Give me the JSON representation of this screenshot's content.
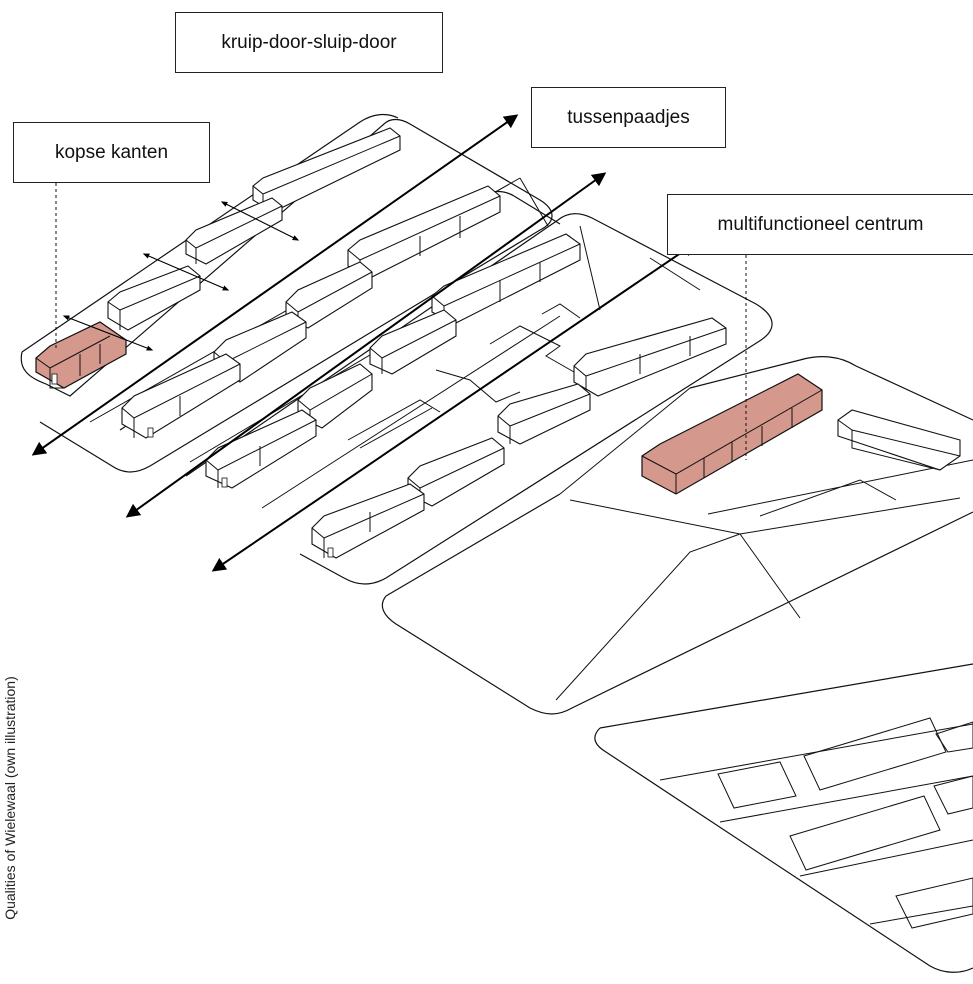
{
  "labels": {
    "kruip": "kruip-door-sluip-door",
    "paadjes": "tussenpaadjes",
    "kopse": "kopse kanten",
    "multi": "multifunctioneel centrum"
  },
  "caption": "Qualities of Wielewaal (own illustration)",
  "colors": {
    "highlight": "#d4998c",
    "line": "#111111"
  },
  "icons": [
    "arrow-icon",
    "double-arrow-icon"
  ]
}
